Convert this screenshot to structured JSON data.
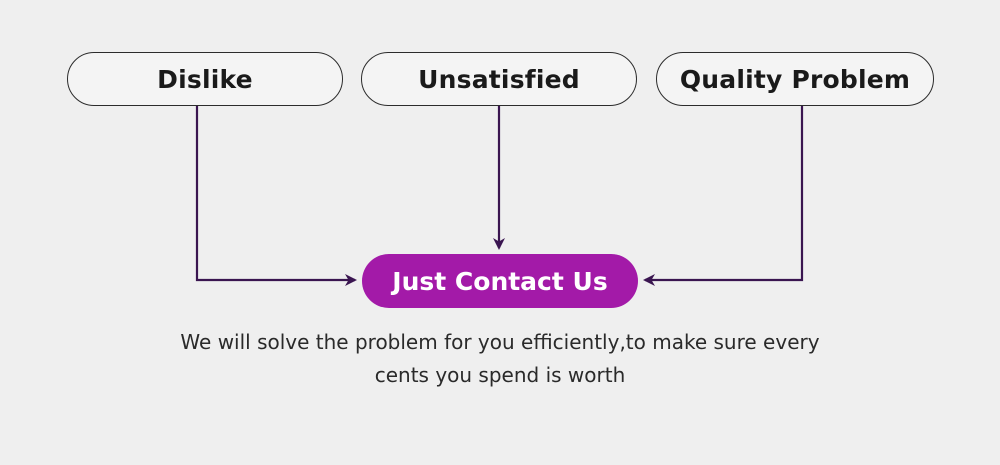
{
  "sources": [
    {
      "label": "Dislike"
    },
    {
      "label": "Unsatisfied"
    },
    {
      "label": "Quality Problem"
    }
  ],
  "target": {
    "label": "Just Contact Us"
  },
  "caption": {
    "line1": "We will solve the problem for you efficiently,to make sure every",
    "line2": "cents you spend is worth"
  },
  "colors": {
    "background": "#efefef",
    "accent": "#a31aa8",
    "connector": "#3a1550",
    "pill_border": "#2c2c2c"
  }
}
